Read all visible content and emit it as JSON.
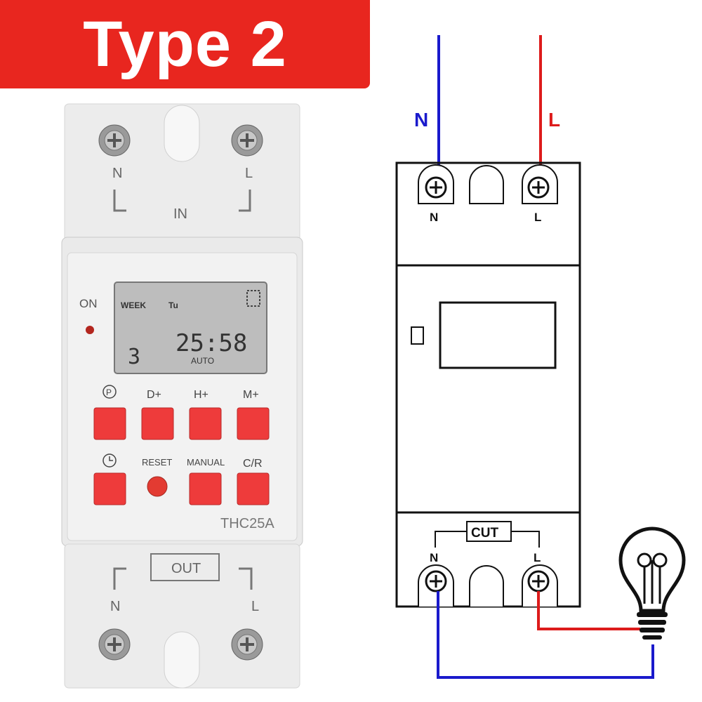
{
  "banner": {
    "title": "Type 2"
  },
  "device": {
    "top_labels": {
      "n": "N",
      "l": "L",
      "in": "IN"
    },
    "status": {
      "on": "ON"
    },
    "lcd": {
      "week": "WEEK",
      "day": "Tu",
      "time": "25:58",
      "program": "3",
      "mode": "AUTO"
    },
    "buttons_row1": [
      "D+",
      "H+",
      "M+"
    ],
    "buttons_row2": [
      "RESET",
      "MANUAL",
      "C/R"
    ],
    "model": "THC25A",
    "bottom_labels": {
      "out": "OUT",
      "n": "N",
      "l": "L"
    }
  },
  "diagram": {
    "supply_n": "N",
    "supply_l": "L",
    "top_terminal_n": "N",
    "top_terminal_l": "L",
    "cut": "CUT",
    "bottom_terminal_n": "N",
    "bottom_terminal_l": "L"
  },
  "colors": {
    "banner": "#e8261f",
    "neutral_wire": "#1a1acc",
    "live_wire": "#dd1b1b",
    "button": "#ee3b3b"
  }
}
